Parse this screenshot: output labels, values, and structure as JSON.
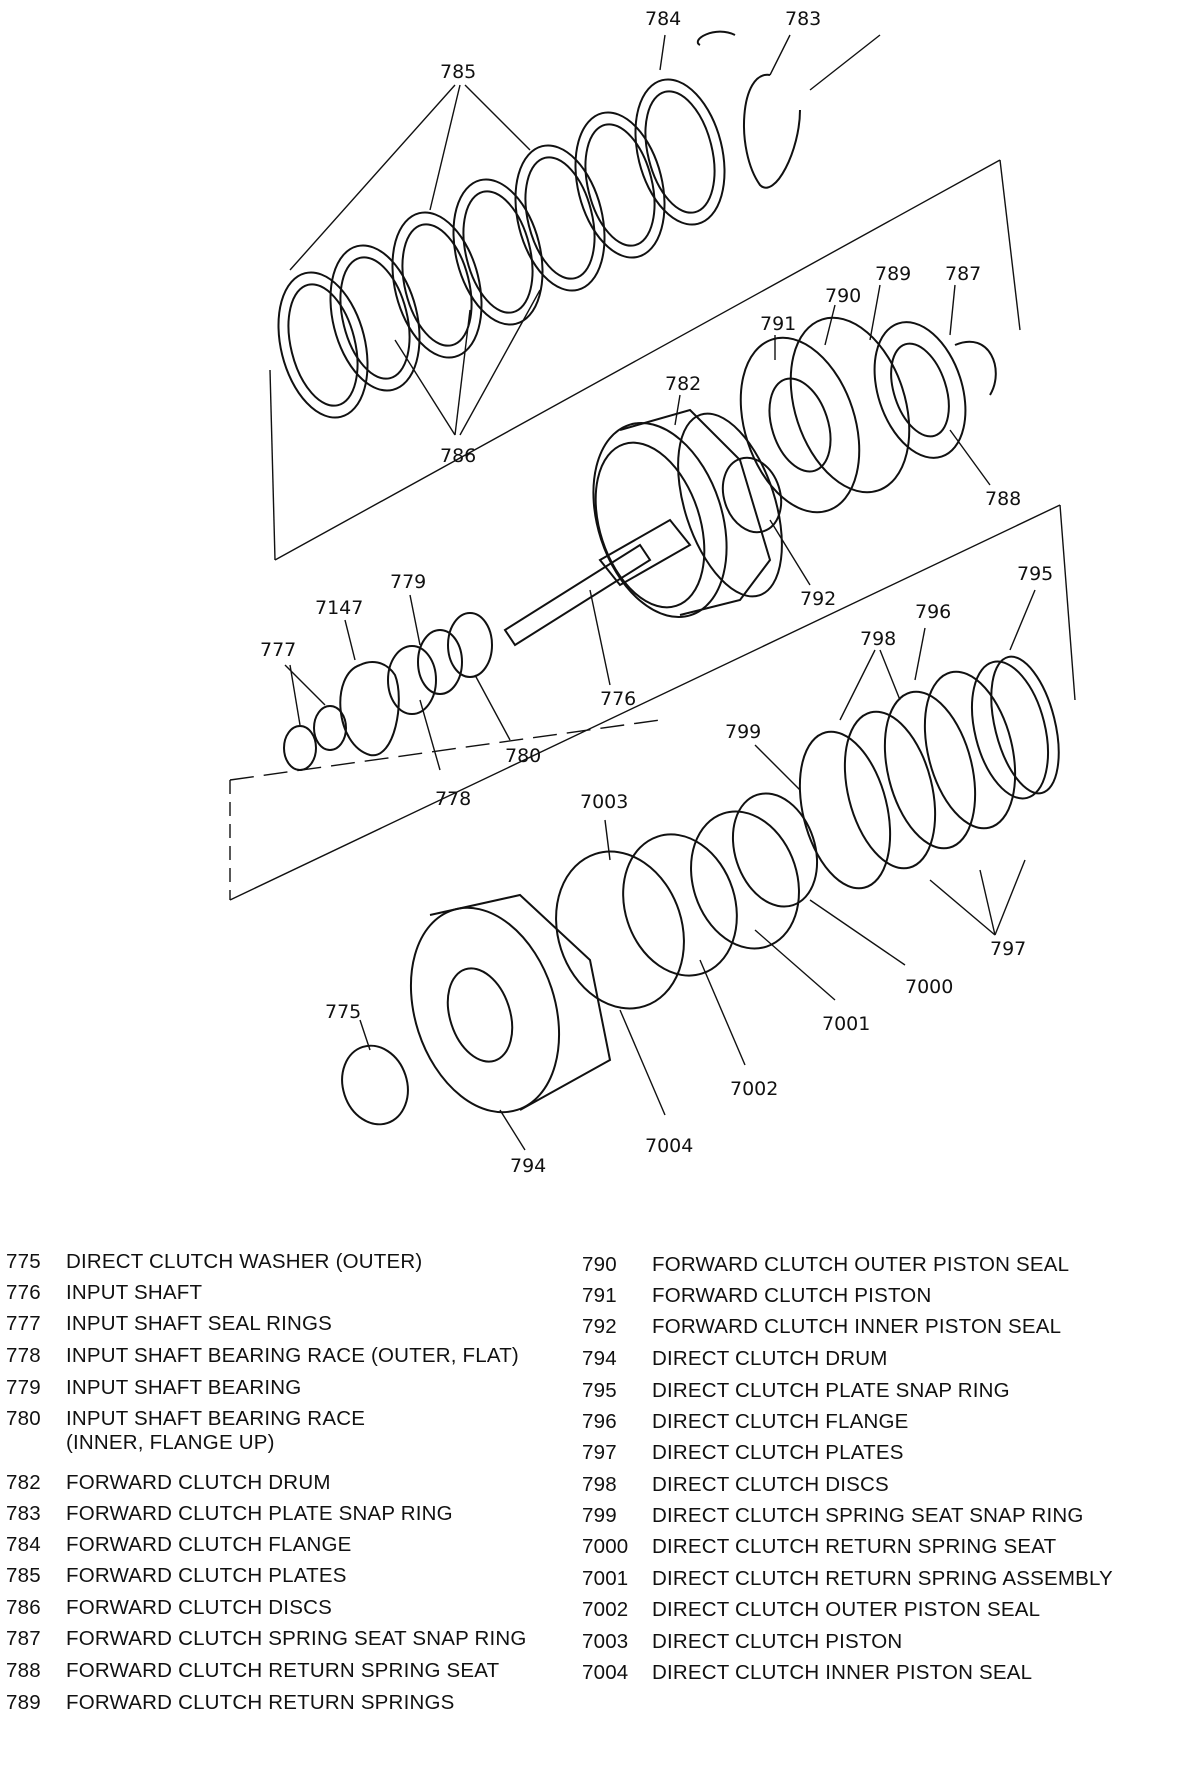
{
  "callouts": {
    "c784": "784",
    "c783": "783",
    "c785": "785",
    "c786": "786",
    "c789": "789",
    "c787": "787",
    "c790": "790",
    "c791": "791",
    "c782": "782",
    "c788": "788",
    "c792": "792",
    "c795": "795",
    "c796": "796",
    "c798": "798",
    "c779": "779",
    "c7147": "7147",
    "c777": "777",
    "c776": "776",
    "c780": "780",
    "c778": "778",
    "c799": "799",
    "c7003": "7003",
    "c797": "797",
    "c7000": "7000",
    "c7001": "7001",
    "c775": "775",
    "c7002": "7002",
    "c7004": "7004",
    "c794": "794"
  },
  "legend_left": [
    {
      "num": "775",
      "text": "DIRECT CLUTCH WASHER (OUTER)"
    },
    {
      "num": "776",
      "text": "INPUT SHAFT"
    },
    {
      "num": "777",
      "text": "INPUT SHAFT SEAL RINGS"
    },
    {
      "num": "778",
      "text": "INPUT SHAFT BEARING RACE (OUTER, FLAT)"
    },
    {
      "num": "779",
      "text": "INPUT SHAFT BEARING"
    },
    {
      "num": "780",
      "text": "INPUT SHAFT BEARING RACE\n(INNER, FLANGE UP)"
    },
    {
      "num": "782",
      "text": "FORWARD CLUTCH DRUM"
    },
    {
      "num": "783",
      "text": "FORWARD CLUTCH PLATE SNAP RING"
    },
    {
      "num": "784",
      "text": "FORWARD CLUTCH FLANGE"
    },
    {
      "num": "785",
      "text": "FORWARD CLUTCH PLATES"
    },
    {
      "num": "786",
      "text": "FORWARD CLUTCH DISCS"
    },
    {
      "num": "787",
      "text": "FORWARD CLUTCH SPRING SEAT SNAP RING"
    },
    {
      "num": "788",
      "text": "FORWARD CLUTCH RETURN SPRING SEAT"
    },
    {
      "num": "789",
      "text": "FORWARD CLUTCH RETURN SPRINGS"
    }
  ],
  "legend_right": [
    {
      "num": "790",
      "text": "FORWARD CLUTCH OUTER PISTON SEAL"
    },
    {
      "num": "791",
      "text": "FORWARD CLUTCH PISTON"
    },
    {
      "num": "792",
      "text": "FORWARD CLUTCH INNER PISTON SEAL"
    },
    {
      "num": "794",
      "text": "DIRECT CLUTCH DRUM"
    },
    {
      "num": "795",
      "text": "DIRECT CLUTCH PLATE SNAP RING"
    },
    {
      "num": "796",
      "text": "DIRECT CLUTCH FLANGE"
    },
    {
      "num": "797",
      "text": "DIRECT CLUTCH PLATES"
    },
    {
      "num": "798",
      "text": "DIRECT CLUTCH DISCS"
    },
    {
      "num": "799",
      "text": "DIRECT CLUTCH SPRING SEAT SNAP RING"
    },
    {
      "num": "7000",
      "text": "DIRECT CLUTCH RETURN SPRING SEAT"
    },
    {
      "num": "7001",
      "text": "DIRECT CLUTCH RETURN SPRING ASSEMBLY"
    },
    {
      "num": "7002",
      "text": "DIRECT CLUTCH OUTER PISTON SEAL"
    },
    {
      "num": "7003",
      "text": "DIRECT CLUTCH PISTON"
    },
    {
      "num": "7004",
      "text": "DIRECT CLUTCH INNER PISTON SEAL"
    }
  ]
}
